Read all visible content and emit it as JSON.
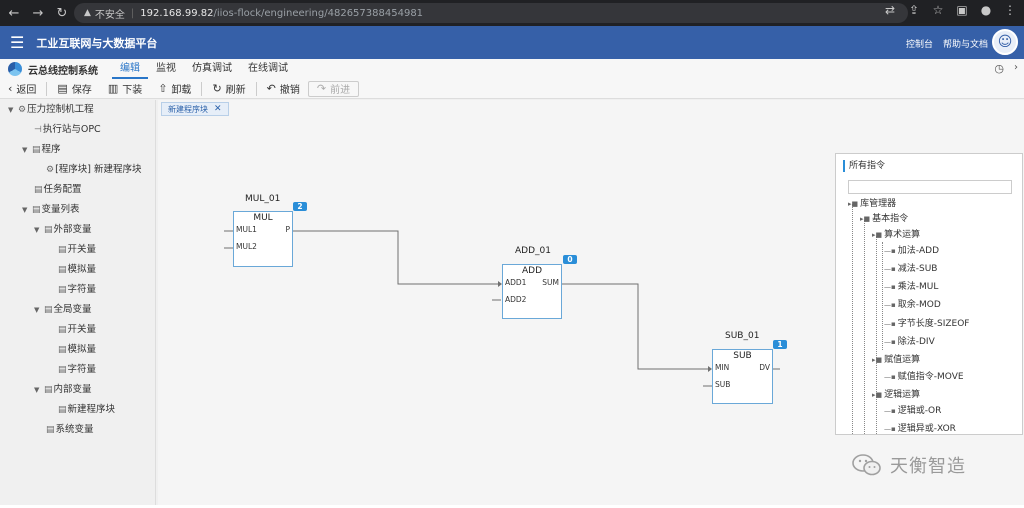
{
  "browser": {
    "insecure_label": "不安全",
    "url_host": "192.168.99.82",
    "url_path": "/iios-flock/engineering/482657388454981"
  },
  "header": {
    "title": "工业互联网与大数据平台",
    "links": [
      "控制台",
      "帮助与文档"
    ]
  },
  "menu": {
    "system_name": "云总线控制系统",
    "items": [
      "编辑",
      "监视",
      "仿真调试",
      "在线调试"
    ]
  },
  "toolbar": {
    "back": "返回",
    "save": "保存",
    "download": "下装",
    "unload": "卸载",
    "refresh": "刷新",
    "undo": "撤销",
    "forward": "前进"
  },
  "tree": [
    {
      "label": "压力控制机工程",
      "level": 0,
      "expanded": true
    },
    {
      "label": "执行站与OPC",
      "level": 1
    },
    {
      "label": "程序",
      "level": 1,
      "expanded": true
    },
    {
      "label": "[程序块] 新建程序块",
      "level": 2
    },
    {
      "label": "任务配置",
      "level": 1
    },
    {
      "label": "变量列表",
      "level": 1,
      "expanded": true
    },
    {
      "label": "外部变量",
      "level": 2,
      "expanded": true
    },
    {
      "label": "开关量",
      "level": 3
    },
    {
      "label": "模拟量",
      "level": 3
    },
    {
      "label": "字符量",
      "level": 3
    },
    {
      "label": "全局变量",
      "level": 2,
      "expanded": true
    },
    {
      "label": "开关量",
      "level": 3
    },
    {
      "label": "模拟量",
      "level": 3
    },
    {
      "label": "字符量",
      "level": 3
    },
    {
      "label": "内部变量",
      "level": 2,
      "expanded": true
    },
    {
      "label": "新建程序块",
      "level": 3
    },
    {
      "label": "系统变量",
      "level": 2
    }
  ],
  "canvas": {
    "tab": "新建程序块",
    "blocks": [
      {
        "instance": "MUL_01",
        "type": "MUL",
        "badge": "2",
        "inputs": [
          "MUL1",
          "MUL2"
        ],
        "output": "P"
      },
      {
        "instance": "ADD_01",
        "type": "ADD",
        "badge": "0",
        "inputs": [
          "ADD1",
          "ADD2"
        ],
        "output": "SUM"
      },
      {
        "instance": "SUB_01",
        "type": "SUB",
        "badge": "1",
        "inputs": [
          "MIN",
          "SUB"
        ],
        "output": "DV"
      }
    ]
  },
  "instructions": {
    "title": "所有指令",
    "items": [
      {
        "label": "库管理器",
        "level": 0,
        "folder": true
      },
      {
        "label": "基本指令",
        "level": 1,
        "folder": true
      },
      {
        "label": "算术运算",
        "level": 2,
        "folder": true
      },
      {
        "label": "加法-ADD",
        "level": 3
      },
      {
        "label": "减法-SUB",
        "level": 3
      },
      {
        "label": "乘法-MUL",
        "level": 3
      },
      {
        "label": "取余-MOD",
        "level": 3
      },
      {
        "label": "字节长度-SIZEOF",
        "level": 3
      },
      {
        "label": "除法-DIV",
        "level": 3
      },
      {
        "label": "赋值运算",
        "level": 2,
        "folder": true
      },
      {
        "label": "赋值指令-MOVE",
        "level": 3
      },
      {
        "label": "逻辑运算",
        "level": 2,
        "folder": true
      },
      {
        "label": "逻辑或-OR",
        "level": 3
      },
      {
        "label": "逻辑异或-XOR",
        "level": 3
      }
    ]
  },
  "watermark": {
    "text": "天衡智造"
  }
}
